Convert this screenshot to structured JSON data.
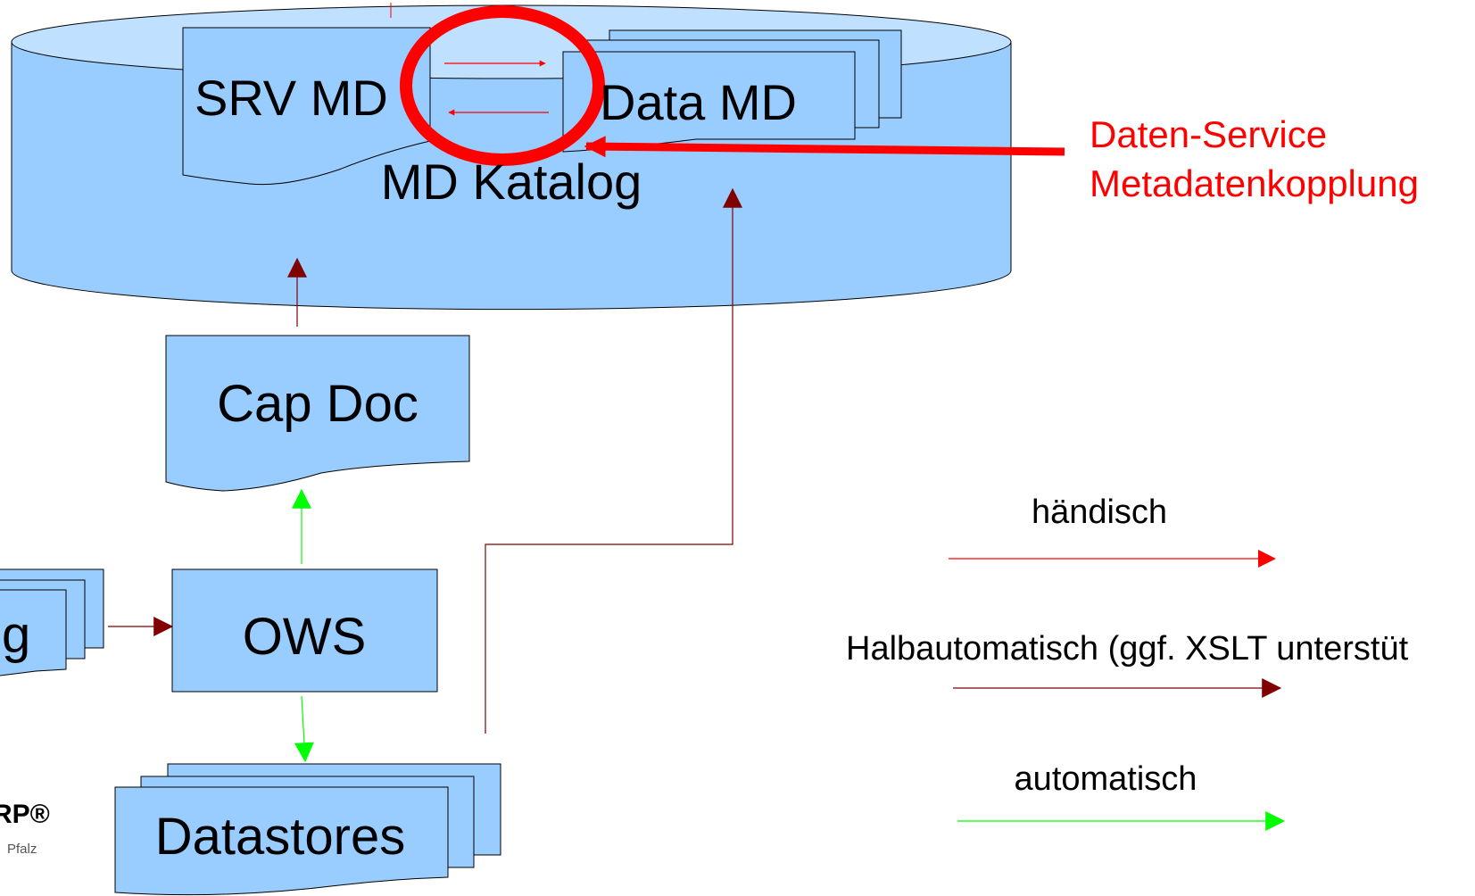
{
  "nodes": {
    "catalog": "MD Katalog",
    "srv_md": "SRV MD",
    "data_md": "Data MD",
    "cap_doc": "Cap Doc",
    "ows": "OWS",
    "datastores": "Datastores",
    "left_partial": "g"
  },
  "annotation": {
    "line1": "Daten-Service",
    "line2": "Metadatenkopplung"
  },
  "legend": {
    "manual": "händisch",
    "semi": "Halbautomatisch (ggf. XSLT unterstüt",
    "auto": "automatisch"
  },
  "logo": {
    "mark": "RP®",
    "sub": "Pfalz"
  },
  "colors": {
    "box_fill": "#99ccff",
    "catalog_top": "#bfe0ff",
    "manual": "#ff0000",
    "semi": "#800000",
    "auto": "#00ff00",
    "highlight": "#ff0000"
  }
}
